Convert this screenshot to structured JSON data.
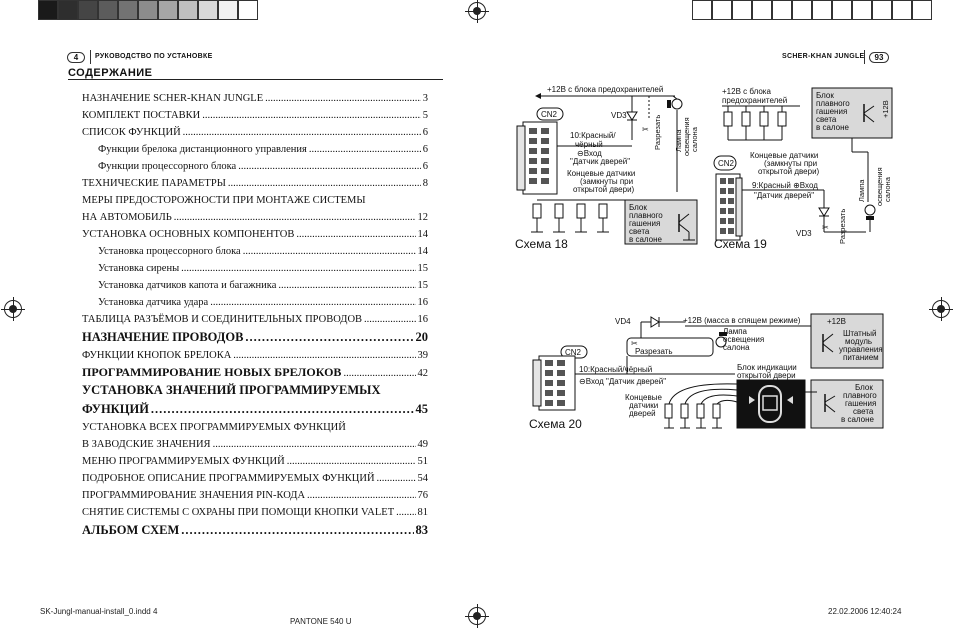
{
  "header": {
    "left_page_num": "4",
    "left_title": "РУКОВОДСТВО ПО УСТАНОВКЕ",
    "right_title": "SCHER-KHAN JUNGLE",
    "right_page_num": "93"
  },
  "toc": {
    "title": "СОДЕРЖАНИЕ",
    "entries": [
      {
        "text": "НАЗНАЧЕНИЕ SCHER-KHAN JUNGLE",
        "page": "3",
        "style": "normal"
      },
      {
        "text": "КОМПЛЕКТ ПОСТАВКИ",
        "page": "5",
        "style": "normal"
      },
      {
        "text": "СПИСОК ФУНКЦИЙ",
        "page": "6",
        "style": "normal"
      },
      {
        "text": "Функции брелока дистанционного управления",
        "page": "6",
        "style": "sub"
      },
      {
        "text": "Функции процессорного блока",
        "page": "6",
        "style": "sub"
      },
      {
        "text": "ТЕХНИЧЕСКИЕ ПАРАМЕТРЫ",
        "page": "8",
        "style": "normal"
      },
      {
        "text": "МЕРЫ ПРЕДОСТОРОЖНОСТИ ПРИ МОНТАЖЕ СИСТЕМЫ",
        "page": "",
        "style": "noline"
      },
      {
        "text": "НА АВТОМОБИЛЬ",
        "page": "12",
        "style": "normal"
      },
      {
        "text": "УСТАНОВКА ОСНОВНЫХ КОМПОНЕНТОВ",
        "page": "14",
        "style": "normal"
      },
      {
        "text": "Установка процессорного блока",
        "page": "14",
        "style": "sub"
      },
      {
        "text": "Установка сирены",
        "page": "15",
        "style": "sub"
      },
      {
        "text": "Установка датчиков капота и багажника",
        "page": "15",
        "style": "sub"
      },
      {
        "text": "Установка датчика удара",
        "page": "16",
        "style": "sub"
      },
      {
        "text": "ТАБЛИЦА РАЗЪЁМОВ И СОЕДИНИТЕЛЬНЫХ ПРОВОДОВ",
        "page": "16",
        "style": "normal"
      },
      {
        "text": "НАЗНАЧЕНИЕ ПРОВОДОВ",
        "page": "20",
        "style": "bold"
      },
      {
        "text": "ФУНКЦИИ КНОПОК БРЕЛОКА",
        "page": "39",
        "style": "normal"
      },
      {
        "text": "ПРОГРАММИРОВАНИЕ НОВЫХ БРЕЛОКОВ",
        "page": "42",
        "style": "boldtext"
      },
      {
        "text": "УСТАНОВКА ЗНАЧЕНИЙ ПРОГРАММИРУЕМЫХ",
        "page": "",
        "style": "boldnoline"
      },
      {
        "text": "ФУНКЦИЙ",
        "page": "45",
        "style": "bold"
      },
      {
        "text": "УСТАНОВКА ВСЕХ ПРОГРАММИРУЕМЫХ ФУНКЦИЙ",
        "page": "",
        "style": "noline"
      },
      {
        "text": "В ЗАВОДСКИЕ ЗНАЧЕНИЯ",
        "page": "49",
        "style": "normal"
      },
      {
        "text": "МЕНЮ ПРОГРАММИРУЕМЫХ ФУНКЦИЙ",
        "page": "51",
        "style": "normal"
      },
      {
        "text": "ПОДРОБНОЕ ОПИСАНИЕ ПРОГРАММИРУЕМЫХ ФУНКЦИЙ",
        "page": "54",
        "style": "normal"
      },
      {
        "text": "ПРОГРАММИРОВАНИЕ ЗНАЧЕНИЯ PIN-КОДА",
        "page": "76",
        "style": "normal"
      },
      {
        "text": "СНЯТИЕ СИСТЕМЫ С ОХРАНЫ ПРИ ПОМОЩИ КНОПКИ VALET",
        "page": "81",
        "style": "normal"
      },
      {
        "text": "АЛЬБОМ СХЕМ",
        "page": "83",
        "style": "bold"
      }
    ]
  },
  "scheme18": {
    "caption": "Схема 18",
    "supply": "+12В с блока предохранителей",
    "connector": "CN2",
    "diode": "VD3",
    "wire": "10:Красный/",
    "wire2": "чёрный",
    "input1": "⊖Вход",
    "input2": "\"Датчик дверей\"",
    "cut": "Разрезать",
    "lamp1": "Лампа",
    "lamp2": "освещения",
    "lamp3": "салона",
    "switches1": "Концевые датчики",
    "switches2": "(замкнуты при",
    "switches3": "открытой двери)",
    "block1": "Блок",
    "block2": "плавного",
    "block3": "гашения",
    "block4": "света",
    "block5": "в салоне"
  },
  "scheme19": {
    "caption": "Схема 19",
    "supply1": "+12В с блока",
    "supply2": "предохранителей",
    "connector": "CN2",
    "switches1": "Концевые датчики",
    "switches2": "(замкнуты при",
    "switches3": "открытой двери)",
    "wire": "9:Красный ⊕Вход",
    "input": "\"Датчик дверей\"",
    "diode": "VD3",
    "cut": "Разрезать",
    "lamp1": "Лампа",
    "lamp2": "освещения",
    "lamp3": "салона",
    "block1": "Блок",
    "block2": "плавного",
    "block3": "гашения",
    "block4": "света",
    "block5": "в салоне",
    "v12": "+12В"
  },
  "scheme20": {
    "caption": "Схема 20",
    "diode": "VD4",
    "supply": "+12В (масса в спящем режиме)",
    "cut": "Разрезать",
    "lamp1": "Лампа",
    "lamp2": "освещения",
    "lamp3": "салона",
    "connector": "CN2",
    "wire": "10:Красный/чёрный",
    "input": "⊖Вход \"Датчик дверей\"",
    "indicator1": "Блок индикации",
    "indicator2": "открытой двери",
    "switches1": "Концевые",
    "switches2": "датчики",
    "switches3": "дверей",
    "module_v": "+12В",
    "module1": "Штатный",
    "module2": "модуль",
    "module3": "управления",
    "module4": "питанием",
    "block1": "Блок",
    "block2": "плавного",
    "block3": "гашения",
    "block4": "света",
    "block5": "в салоне"
  },
  "footer": {
    "file": "SK-Jungl-manual-install_0.indd   4",
    "pantone": "PANTONE 540 U",
    "date": "22.02.2006   12:40:24"
  },
  "colors": {
    "swatches": [
      "#1a1a1a",
      "#2e2e2e",
      "#454545",
      "#5c5c5c",
      "#737373",
      "#8c8c8c",
      "#a6a6a6",
      "#bfbfbf",
      "#d9d9d9",
      "#f2f2f2",
      "#ffffff"
    ],
    "block_fill": "#d9d9d9",
    "indicator_fill": "#111111"
  }
}
